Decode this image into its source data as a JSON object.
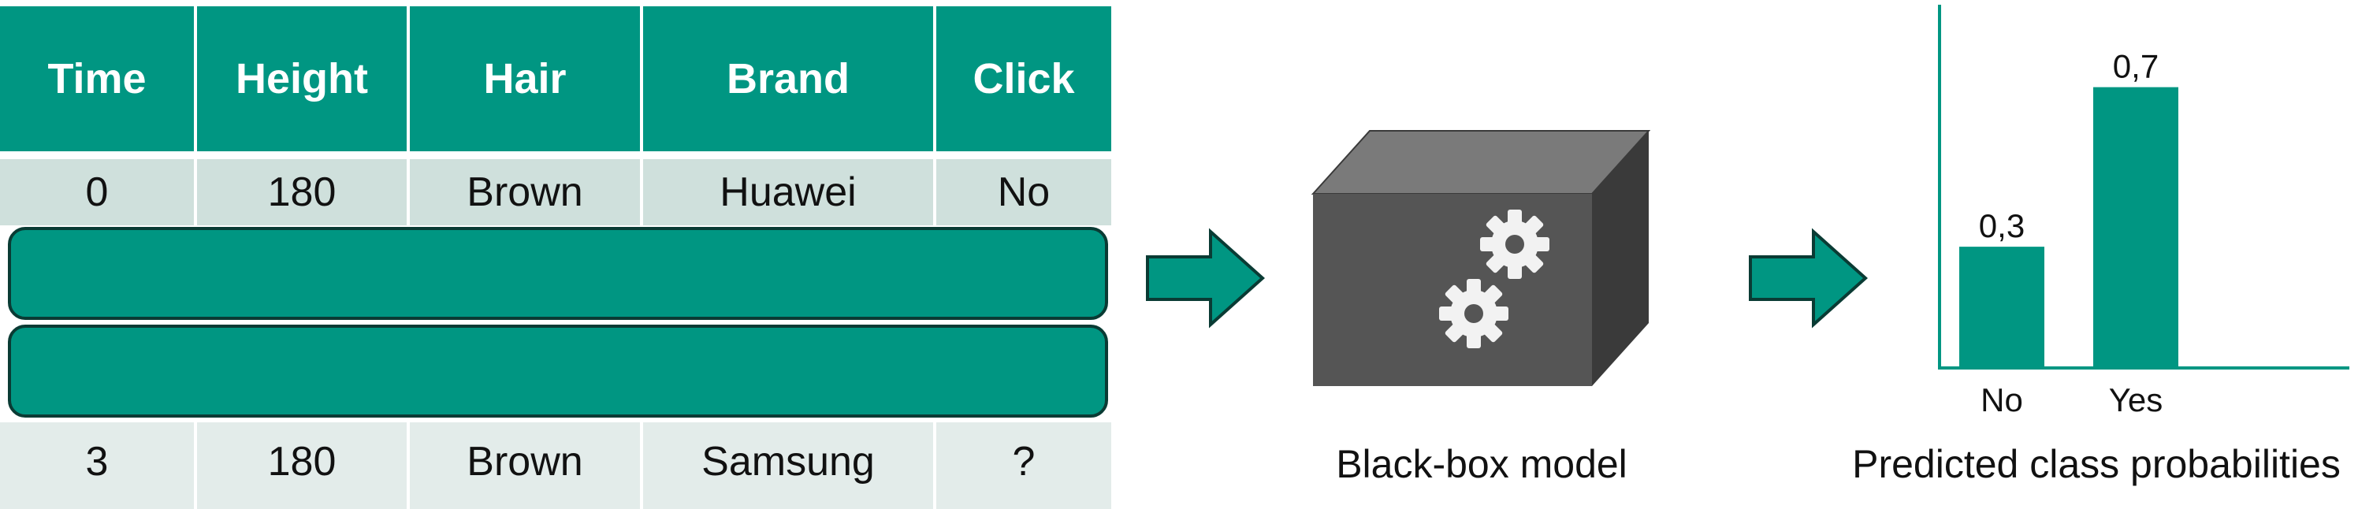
{
  "table": {
    "headers": [
      "Time",
      "Height",
      "Hair",
      "Brand",
      "Click"
    ],
    "rows": [
      [
        "0",
        "180",
        "Brown",
        "Huawei",
        "No"
      ],
      [
        "3",
        "180",
        "Brown",
        "Samsung",
        "?"
      ]
    ]
  },
  "model": {
    "caption": "Black-box model"
  },
  "chart_data": {
    "type": "bar",
    "categories": [
      "No",
      "Yes"
    ],
    "values": [
      0.3,
      0.7
    ],
    "value_labels": [
      "0,3",
      "0,7"
    ],
    "title": "Predicted class probabilities",
    "ylim": [
      0,
      0.8
    ],
    "grid": false
  },
  "colors": {
    "teal": "#009682",
    "row_tint": "#cfe0dc",
    "row_tint_light": "#e3ecea",
    "box_dark": "#4a4a4a",
    "box_top": "#7a7a7a",
    "box_side": "#3a3a3a"
  }
}
